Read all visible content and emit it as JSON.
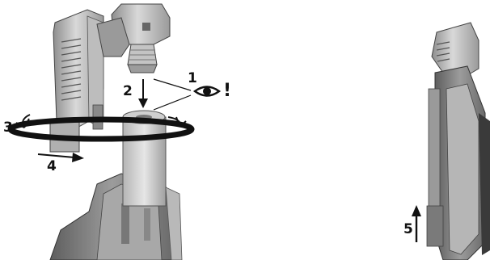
{
  "diagram": {
    "step_labels": [
      "1",
      "2",
      "3",
      "4",
      "5"
    ],
    "warning_symbol": "!",
    "icons": {
      "inspect": "eye-icon",
      "rotate": "rotation-arrow-icon",
      "push": "arrow-right-icon",
      "pull_up": "arrow-up-icon",
      "press_down": "arrow-down-icon"
    },
    "colors": {
      "ink": "#111111",
      "part_light": "#d6d6d6",
      "part_mid": "#a9a9a9",
      "part_dark": "#6d6d6d"
    }
  }
}
